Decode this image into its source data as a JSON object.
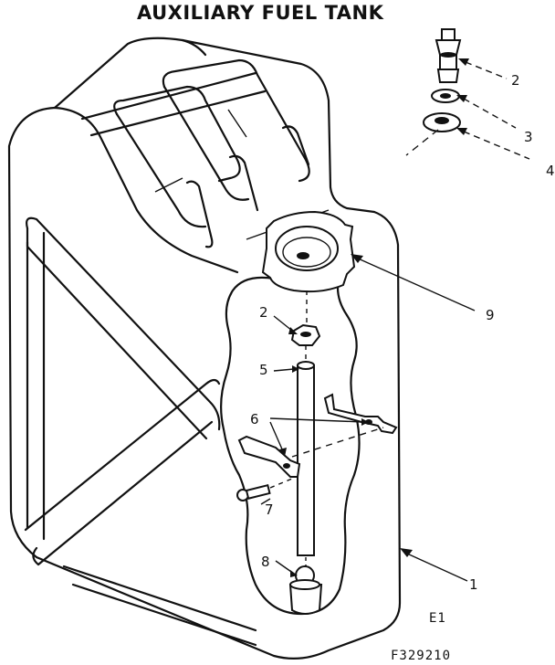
{
  "title": "AUXILIARY FUEL TANK",
  "callouts": [
    {
      "id": "c2a",
      "label": "2"
    },
    {
      "id": "c3",
      "label": "3"
    },
    {
      "id": "c4",
      "label": "4"
    },
    {
      "id": "c9",
      "label": "9"
    },
    {
      "id": "c2b",
      "label": "2"
    },
    {
      "id": "c5",
      "label": "5"
    },
    {
      "id": "c6",
      "label": "6"
    },
    {
      "id": "c7",
      "label": "7"
    },
    {
      "id": "c8",
      "label": "8"
    },
    {
      "id": "c1",
      "label": "1"
    }
  ],
  "view_label": "E1",
  "figure_code": "F329210"
}
